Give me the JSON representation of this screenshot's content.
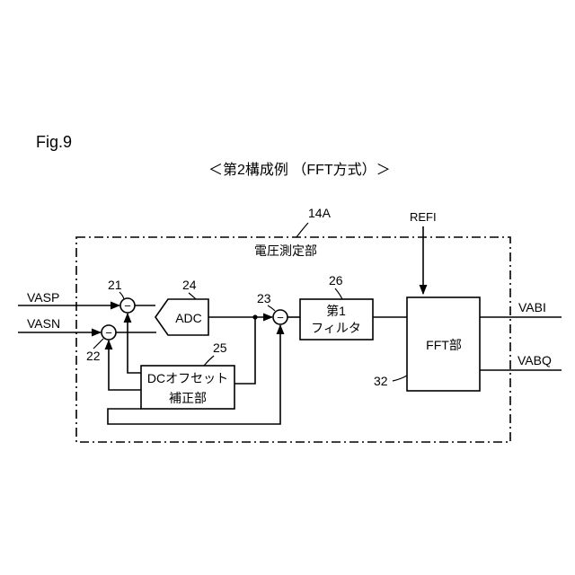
{
  "figure": {
    "label": "Fig.9",
    "caption": "＜第2構成例 （FFT方式）＞"
  },
  "diagram": {
    "unit_ref": "14A",
    "unit_title": "電圧測定部",
    "ref_input": "REFI",
    "inputs": {
      "vasp": "VASP",
      "vasn": "VASN"
    },
    "outputs": {
      "vabi": "VABI",
      "vabq": "VABQ"
    },
    "blocks": {
      "adc": {
        "label": "ADC",
        "ref": "24"
      },
      "filter": {
        "line1": "第1",
        "line2": "フィルタ",
        "ref": "26"
      },
      "fft": {
        "label": "FFT部",
        "ref": "32"
      },
      "dc_offset": {
        "line1": "DCオフセット",
        "line2": "補正部",
        "ref": "25"
      }
    },
    "subtractors": {
      "s21": {
        "ref": "21",
        "symbol": "−"
      },
      "s22": {
        "ref": "22",
        "symbol": "−"
      },
      "s23": {
        "ref": "23",
        "symbol": "−"
      }
    }
  }
}
